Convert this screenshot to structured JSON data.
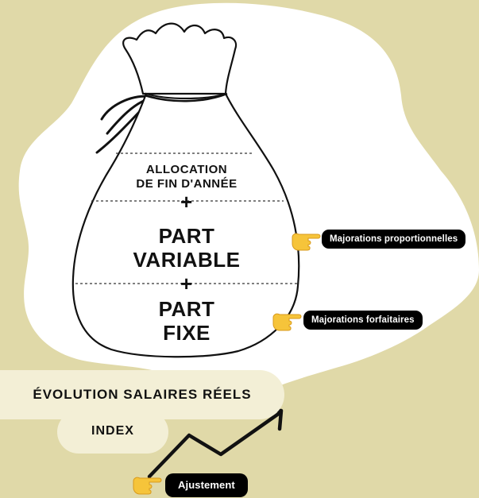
{
  "bag": {
    "section_top_line1": "ALLOCATION",
    "section_top_line2": "DE FIN D'ANNÉE",
    "plus1": "+",
    "section_mid_line1": "PART",
    "section_mid_line2": "VARIABLE",
    "plus2": "+",
    "section_bottom_line1": "PART",
    "section_bottom_line2": "FIXE"
  },
  "labels": {
    "proportional": "Majorations proportionnelles",
    "flat": "Majorations forfaitaires",
    "adjustment": "Ajustement"
  },
  "clouds": {
    "evolution": "ÉVOLUTION SALAIRES RÉELS",
    "index": "INDEX"
  },
  "icons": {
    "pointer": "pointing-hand-icon",
    "arrow": "rising-arrow-icon"
  },
  "colors": {
    "background": "#e0d9a8",
    "blob": "#ffffff",
    "cloud": "#f3efd6",
    "pill": "#000000",
    "hand": "#f6c43a"
  }
}
